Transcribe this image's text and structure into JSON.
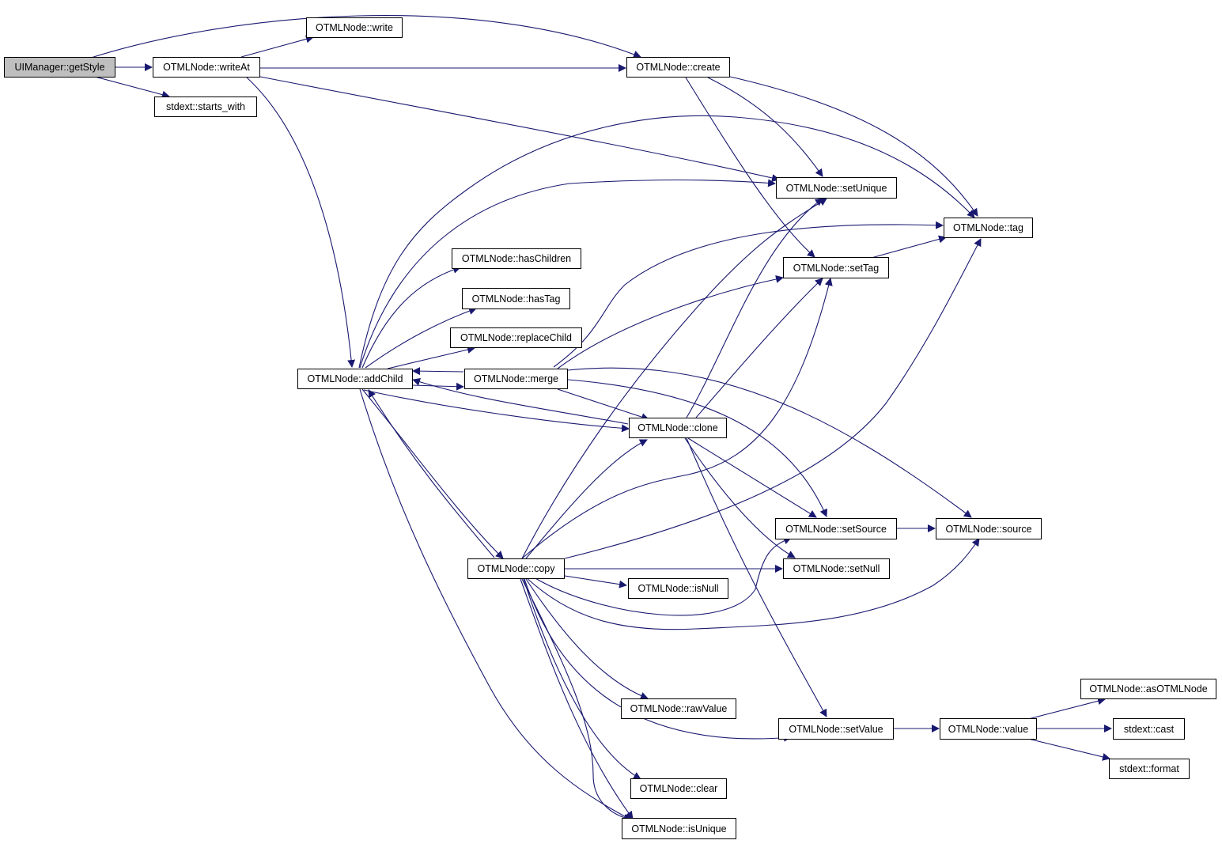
{
  "graph": {
    "colors": {
      "edge": "#191970",
      "root_fill": "#bfbfbf",
      "node_fill": "#ffffff",
      "border": "#000000"
    },
    "nodes": {
      "getStyle": "UIManager::getStyle",
      "writeAt": "OTMLNode::writeAt",
      "write": "OTMLNode::write",
      "starts_with": "stdext::starts_with",
      "create": "OTMLNode::create",
      "setUnique": "OTMLNode::setUnique",
      "tag": "OTMLNode::tag",
      "setTag": "OTMLNode::setTag",
      "hasChildren": "OTMLNode::hasChildren",
      "hasTag": "OTMLNode::hasTag",
      "replaceChild": "OTMLNode::replaceChild",
      "addChild": "OTMLNode::addChild",
      "merge": "OTMLNode::merge",
      "clone": "OTMLNode::clone",
      "setSource": "OTMLNode::setSource",
      "source": "OTMLNode::source",
      "copy": "OTMLNode::copy",
      "setNull": "OTMLNode::setNull",
      "isNull": "OTMLNode::isNull",
      "rawValue": "OTMLNode::rawValue",
      "setValue": "OTMLNode::setValue",
      "value": "OTMLNode::value",
      "asOTMLNode": "OTMLNode::asOTMLNode",
      "cast": "stdext::cast",
      "format": "stdext::format",
      "clear": "OTMLNode::clear",
      "isUnique": "OTMLNode::isUnique"
    }
  }
}
